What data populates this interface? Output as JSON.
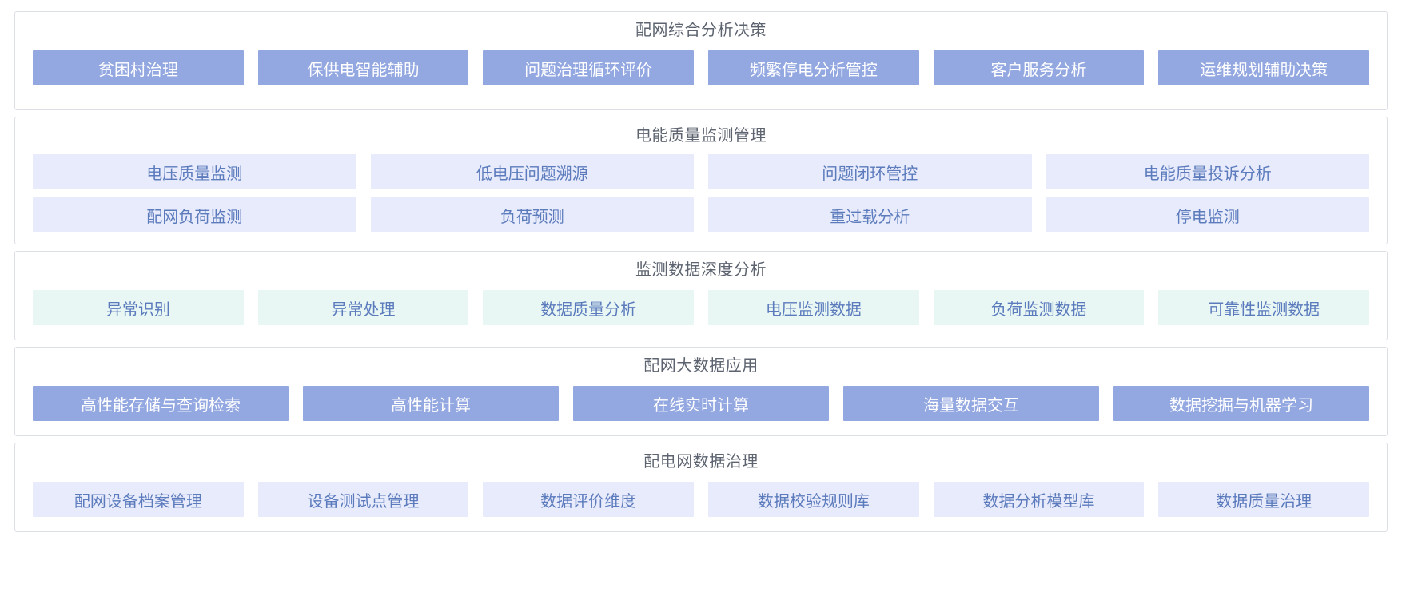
{
  "theme": {
    "panel_border": "#dcdfe6",
    "title_color": "#5d6470",
    "solid_box_bg": "#93a7e0",
    "solid_box_text": "#ffffff",
    "lavender_box_bg": "#e8ebfb",
    "mint_box_bg": "#e8f7f4",
    "box_text_blue": "#5b7bbd",
    "page_bg": "#ffffff"
  },
  "panels": [
    {
      "id": "decision",
      "title": "配网综合分析决策",
      "style": "solid",
      "rows": [
        [
          "贫困村治理",
          "保供电智能辅助",
          "问题治理循环评价",
          "频繁停电分析管控",
          "客户服务分析",
          "运维规划辅助决策"
        ]
      ]
    },
    {
      "id": "quality",
      "title": "电能质量监测管理",
      "style": "lavender",
      "rows": [
        [
          "电压质量监测",
          "低电压问题溯源",
          "问题闭环管控",
          "电能质量投诉分析"
        ],
        [
          "配网负荷监测",
          "负荷预测",
          "重过载分析",
          "停电监测"
        ]
      ]
    },
    {
      "id": "depth",
      "title": "监测数据深度分析",
      "style": "mint",
      "rows": [
        [
          "异常识别",
          "异常处理",
          "数据质量分析",
          "电压监测数据",
          "负荷监测数据",
          "可靠性监测数据"
        ]
      ]
    },
    {
      "id": "bigdata",
      "title": "配网大数据应用",
      "style": "solid",
      "rows": [
        [
          "高性能存储与查询检索",
          "高性能计算",
          "在线实时计算",
          "海量数据交互",
          "数据挖掘与机器学习"
        ]
      ]
    },
    {
      "id": "governance",
      "title": "配电网数据治理",
      "style": "lavender",
      "rows": [
        [
          "配网设备档案管理",
          "设备测试点管理",
          "数据评价维度",
          "数据校验规则库",
          "数据分析模型库",
          "数据质量治理"
        ]
      ]
    }
  ]
}
